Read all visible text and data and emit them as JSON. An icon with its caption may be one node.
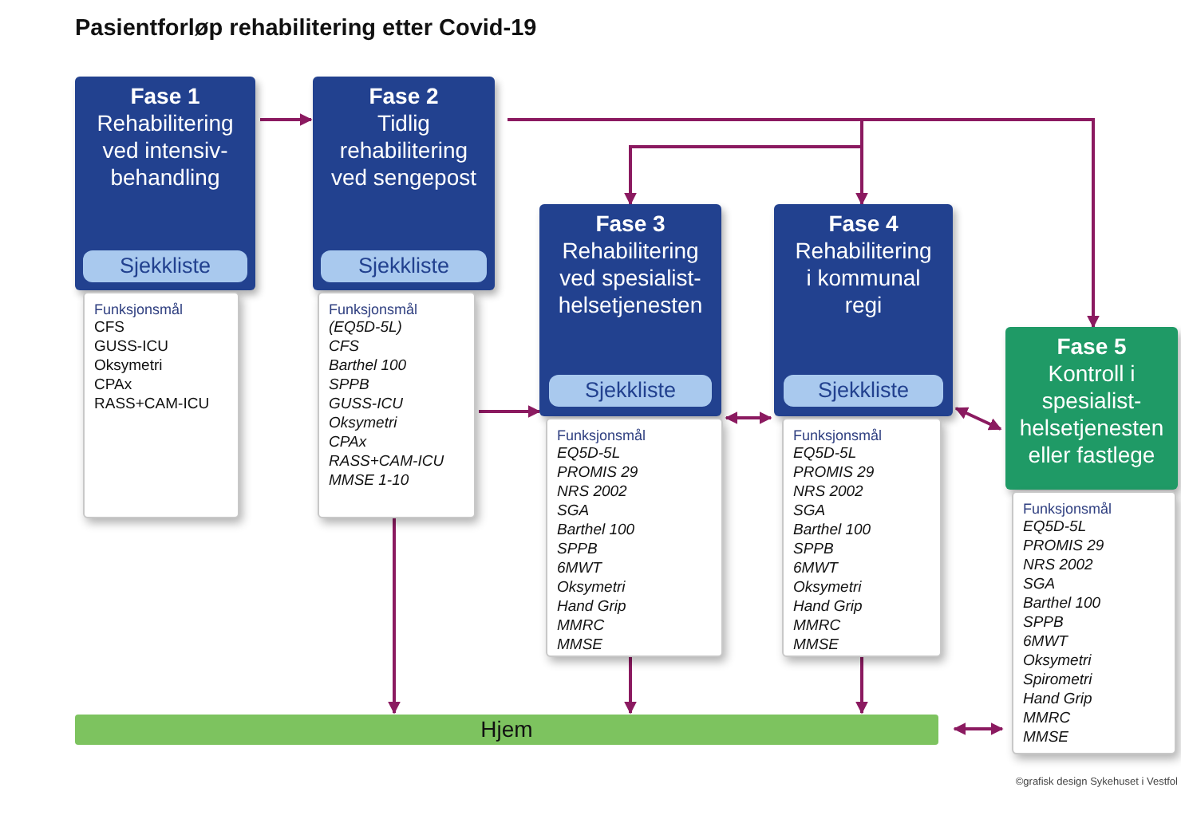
{
  "diagram": {
    "title": "Pasientforløp rehabilitering etter Covid-19",
    "nodes": [
      {
        "text": [
          "Fase 1",
          "Rehabilitering ved intensiv- behandling"
        ]
      },
      {
        "text": [
          "Sjekkliste"
        ],
        "in": 0
      },
      {
        "text": [
          "Funksjonsmål",
          "CFS",
          "GUSS-ICU",
          "Oksymetri",
          "CPAx",
          "RASS+CAM-ICU"
        ]
      },
      {
        "text": [
          "Fase 2",
          "Tidlig rehabilitering ved sengepost"
        ]
      },
      {
        "text": [
          "Sjekkliste"
        ],
        "in": 3
      },
      {
        "text": [
          "Funksjonsmål",
          "(EQ5D-5L)",
          "CFS",
          "Barthel 100",
          "SPPB",
          "GUSS-ICU",
          "Oksymetri",
          "CPAx",
          "RASS+CAM-ICU",
          "MMSE 1-10"
        ]
      },
      {
        "text": [
          "Fase 3",
          "Rehabilitering ved spesialist- helsetjenesten"
        ]
      },
      {
        "text": [
          "Sjekkliste"
        ],
        "in": 6
      },
      {
        "text": [
          "Funksjonsmål",
          "EQ5D-5L",
          "PROMIS 29",
          "NRS 2002",
          "SGA",
          "Barthel 100",
          "SPPB",
          "6MWT",
          "Oksymetri",
          "Hand Grip",
          "MMRC",
          "MMSE"
        ]
      },
      {
        "text": [
          "Fase 4",
          "Rehabilitering i kommunal regi"
        ]
      },
      {
        "text": [
          "Sjekkliste"
        ],
        "in": 9
      },
      {
        "text": [
          "Funksjonsmål",
          "EQ5D-5L",
          "PROMIS 29",
          "NRS 2002",
          "SGA",
          "Barthel 100",
          "SPPB",
          "6MWT",
          "Oksymetri",
          "Hand Grip",
          "MMRC",
          "MMSE"
        ]
      },
      {
        "text": [
          "Fase 5",
          "Kontroll i spesialist- helsetjenesten eller fastlege"
        ]
      },
      {
        "text": [
          "Funksjonsmål",
          "EQ5D-5L",
          "PROMIS 29",
          "NRS 2002",
          "SGA",
          "Barthel 100",
          "SPPB",
          "6MWT",
          "Oksymetri",
          "Spirometri",
          "Hand Grip",
          "MMRC",
          "MMSE"
        ]
      },
      {
        "text": [
          "Hjem"
        ]
      }
    ],
    "edges": [
      {
        "from": 0,
        "to": 3,
        "arrow": "to"
      },
      {
        "from": 3,
        "to": 6,
        "arrow": "to"
      },
      {
        "from": 3,
        "to": 9,
        "arrow": "to"
      },
      {
        "from": 3,
        "to": 12,
        "arrow": "to"
      },
      {
        "from": 5,
        "to": 6,
        "arrow": "to"
      },
      {
        "from": 6,
        "to": 9,
        "arrow": "both"
      },
      {
        "from": 9,
        "to": 12,
        "arrow": "both"
      },
      {
        "from": 5,
        "to": 14,
        "arrow": "to"
      },
      {
        "from": 8,
        "to": 14,
        "arrow": "to"
      },
      {
        "from": 11,
        "to": 14,
        "arrow": "to"
      },
      {
        "from": 14,
        "to": 13,
        "arrow": "both"
      }
    ],
    "labels": [
      "©grafisk design Sykehuset i Vestfol"
    ]
  }
}
